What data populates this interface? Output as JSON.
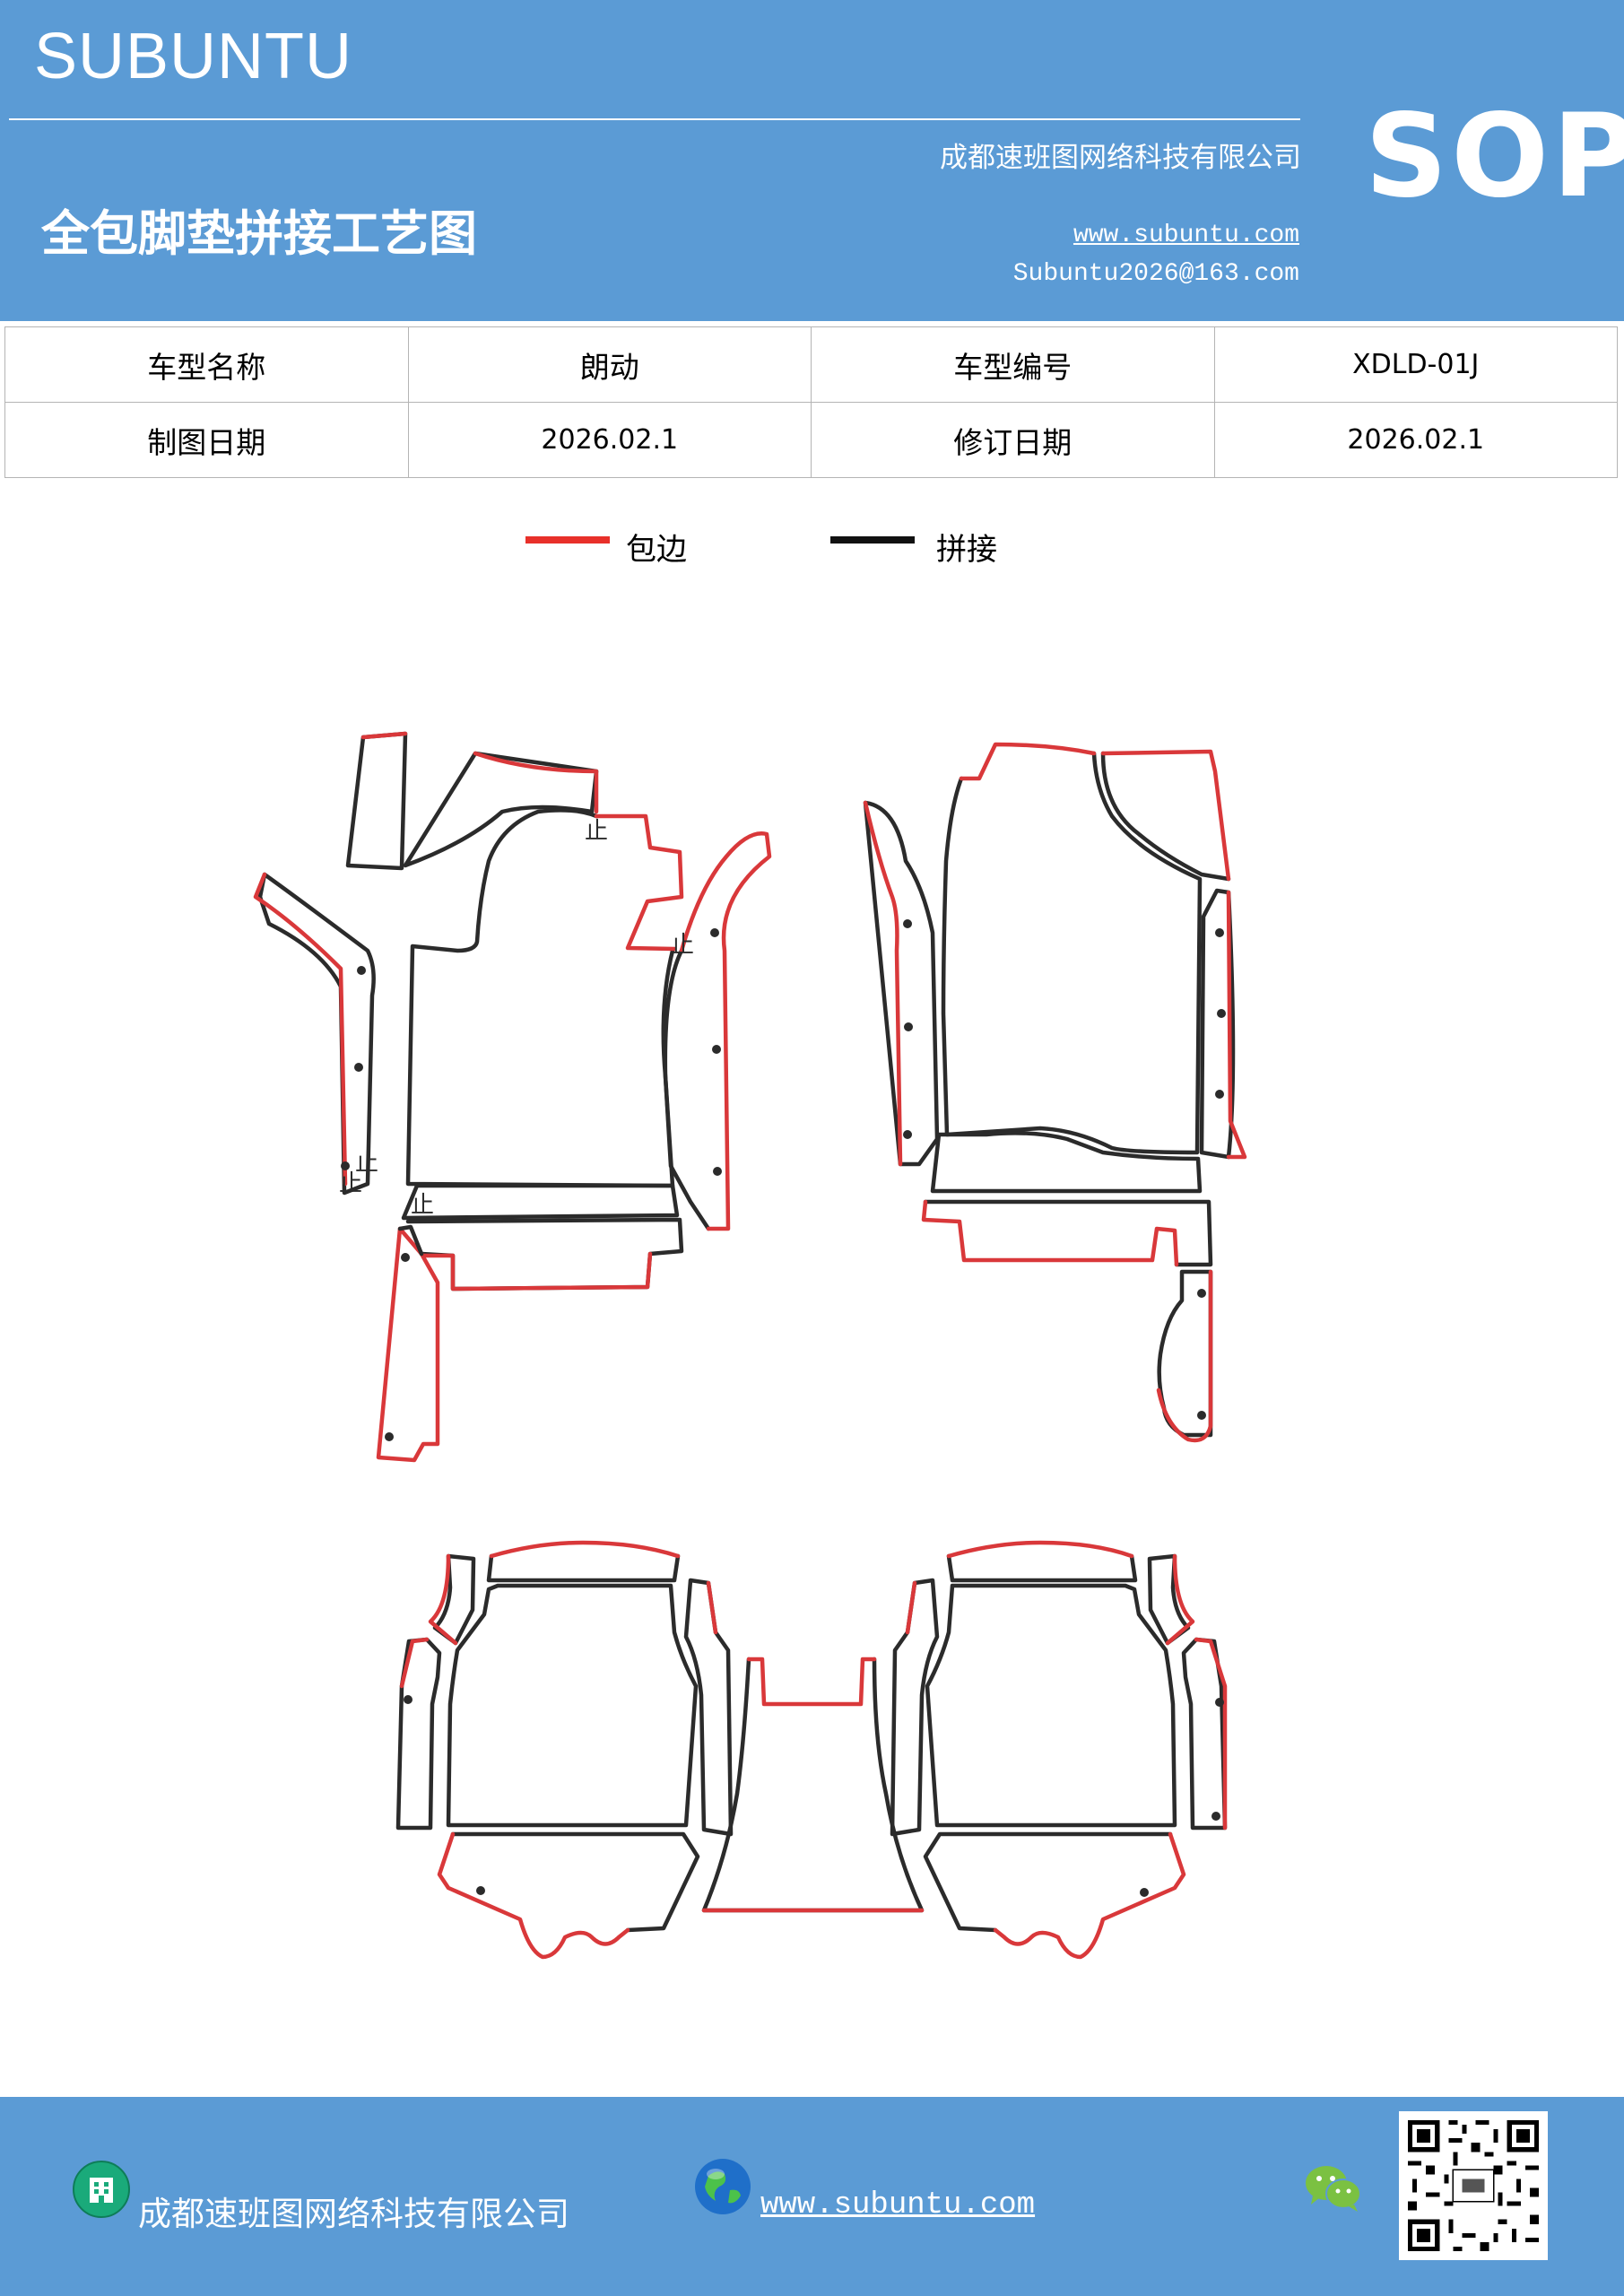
{
  "header": {
    "brand": "SUBUNTU",
    "company": "成都速班图网络科技有限公司",
    "title": "全包脚垫拼接工艺图",
    "website": "www.subuntu.com",
    "email": "Subuntu2026@163.com",
    "badge": "SOP"
  },
  "info_table": {
    "rows": [
      [
        "车型名称",
        "朗动",
        "车型编号",
        "XDLD-01J"
      ],
      [
        "制图日期",
        "2026.02.1",
        "修订日期",
        "2026.02.1"
      ]
    ]
  },
  "legend": {
    "items": [
      {
        "label": "包边",
        "color": "#e8302a"
      },
      {
        "label": "拼接",
        "color": "#111111"
      }
    ]
  },
  "diagram": {
    "stitch_mark": "止"
  },
  "footer": {
    "company": "成都速班图网络科技有限公司",
    "website": "www.subuntu.com ",
    "icons": [
      "building-icon",
      "globe-icon",
      "wechat-icon",
      "qr-code"
    ]
  },
  "colors": {
    "primary": "#5b9bd5",
    "edge_red": "#d9383a",
    "seam_black": "#2b2b2b"
  }
}
